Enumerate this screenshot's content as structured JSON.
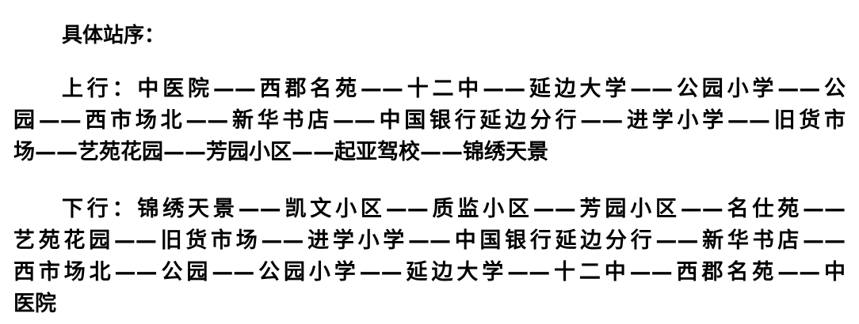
{
  "title": "具体站序：",
  "upbound": {
    "lines": [
      "上行：中医院——西郡名苑——十二中——延边大学——公园小学——公",
      "园——西市场北——新华书店——中国银行延边分行——进学小学——旧货市",
      "场——艺苑花园——芳园小区——起亚驾校——锦绣天景"
    ]
  },
  "downbound": {
    "lines": [
      "下行：锦绣天景——凯文小区——质监小区——芳园小区——名仕苑——",
      "艺苑花园——旧货市场——进学小学——中国银行延边分行——新华书店——",
      "西市场北——公园——公园小学——延边大学——十二中——西郡名苑——中",
      "医院"
    ]
  }
}
